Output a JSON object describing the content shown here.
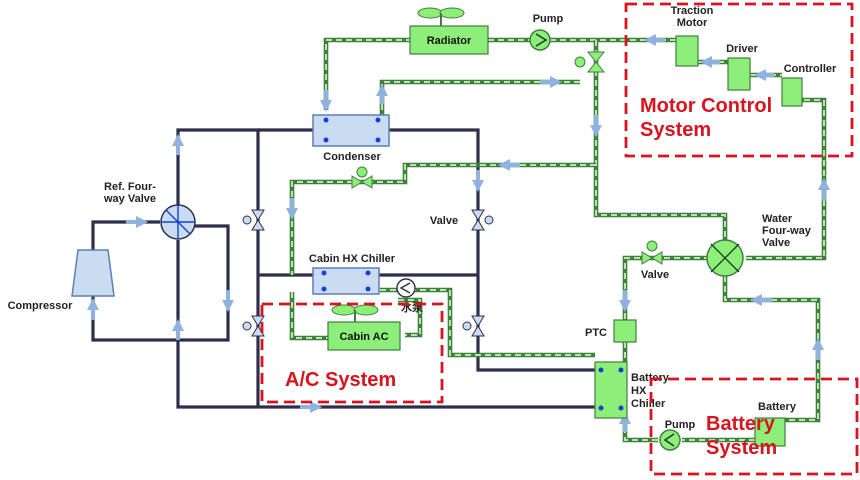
{
  "colors": {
    "refrigerant_line": "#2e2f4a",
    "water_line": "#3f7f3f",
    "component_green": "#8dee7a",
    "heat_exchanger_blue": "#c9dcf2",
    "system_boundary_red": "#d9141e",
    "flow_arrow": "#8fb2e0"
  },
  "components": {
    "radiator": "Radiator",
    "pump_top": "Pump",
    "traction_motor": "Traction\nMotor",
    "driver": "Driver",
    "controller": "Controller",
    "condenser": "Condenser",
    "ref_four_way_valve": "Ref. Four-\nway Valve",
    "compressor": "Compressor",
    "valve_right": "Valve",
    "cabin_hx_chiller": "Cabin HX Chiller",
    "water_pump_cn": "水泵",
    "cabin_ac": "Cabin AC",
    "water_four_way_valve": "Water\nFour-way\nValve",
    "valve_water": "Valve",
    "ptc": "PTC",
    "battery_hx_chiller": "Battery\nHX\nChiller",
    "pump_bottom": "Pump",
    "battery": "Battery"
  },
  "systems": {
    "motor_control": "Motor Control\nSystem",
    "ac": "A/C System",
    "battery": "Battery\nSystem"
  }
}
